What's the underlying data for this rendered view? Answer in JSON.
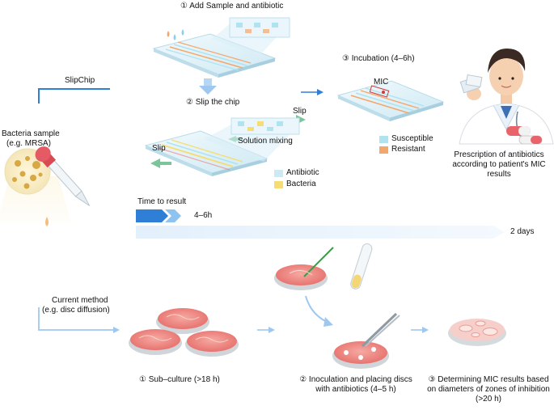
{
  "slipchip": {
    "branch_label": "SlipChip",
    "step1": "① Add Sample and antibiotic",
    "step2": "② Slip the chip",
    "step3": "③ Incubation (4–6h)",
    "slip_right": "Slip",
    "slip_left": "Slip",
    "solution_mixing": "Solution mixing",
    "mic_label": "MIC",
    "legend": {
      "susceptible": "Susceptible",
      "resistant": "Resistant",
      "antibiotic": "Antibiotic",
      "bacteria": "Bacteria"
    },
    "prescription": "Prescription of antibiotics according to patient's MIC results"
  },
  "sample": {
    "title": "Bacteria sample",
    "subtitle": "(e.g. MRSA)"
  },
  "time_to_result": {
    "label": "Time to result",
    "fast": "4–6h",
    "slow": "2 days"
  },
  "current": {
    "branch_label": "Current method",
    "branch_sub": "(e.g. disc diffusion)",
    "step1": "① Sub–culture (>18 h)",
    "step2": "② Inoculation and placing discs with antibiotics (4–5 h)",
    "step3": "③ Determining MIC results based on diameters of zones of inhibition (>20 h)"
  },
  "colors": {
    "arrow_blue": "#2f7fd6",
    "light_blue": "#aee3ef",
    "orange": "#f4a76b",
    "yellow": "#f5dc73",
    "dish_red": "#ee8a86",
    "chip_blue": "#d6eef7"
  }
}
